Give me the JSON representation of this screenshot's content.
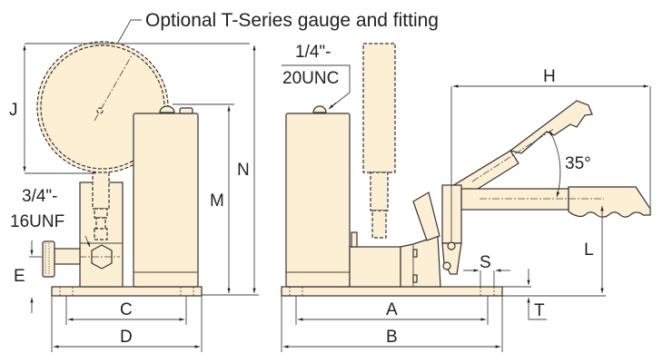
{
  "title": "Optional T-Series gauge and fitting",
  "thread_labels": {
    "gauge_port_line1": "3/4\"-",
    "gauge_port_line2": "16UNF",
    "vent_line1": "1/4\"-",
    "vent_line2": "20UNC"
  },
  "dimensions": {
    "J": "J",
    "N": "N",
    "M": "M",
    "E": "E",
    "C": "C",
    "D": "D",
    "H": "H",
    "L": "L",
    "S": "S",
    "T": "T",
    "A": "A",
    "B": "B"
  },
  "angle_label": "35°",
  "colors": {
    "fill": "#fcefd3",
    "stroke": "#333333"
  }
}
